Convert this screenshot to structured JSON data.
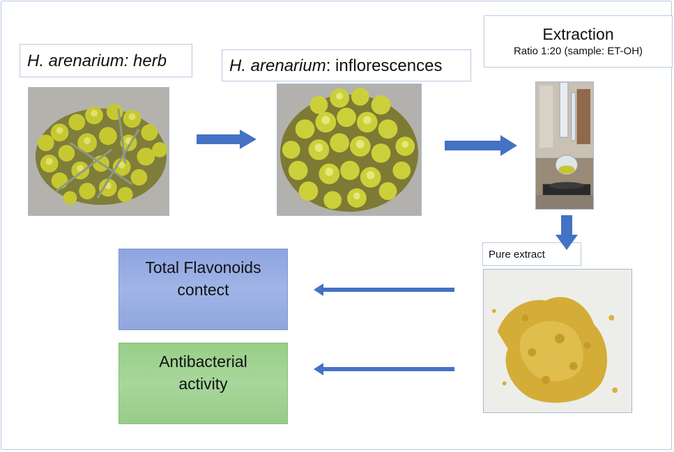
{
  "labels": {
    "herb_italic": "H. arenarium: herb",
    "infl_italic": "H. arenarium",
    "infl_rest": ": inflorescences",
    "extraction_title": "Extraction",
    "extraction_ratio": "Ratio 1:20 (sample: ET-OH)",
    "pure_extract": "Pure extract"
  },
  "results": {
    "flavonoids_line1": "Total Flavonoids",
    "flavonoids_line2": "contect",
    "antibacterial_line1": "Antibacterial",
    "antibacterial_line2": "activity"
  },
  "colors": {
    "arrow": "#4472c4",
    "flavonoids_box": "#9db0e4",
    "antibacterial_box": "#a3d495",
    "flower_yellow": "#c9cf2a",
    "extract_yellow": "#d9b43a"
  },
  "icons": {
    "arrow_right": "right-arrow-icon",
    "arrow_down": "down-arrow-icon",
    "arrow_left": "left-arrow-icon"
  }
}
